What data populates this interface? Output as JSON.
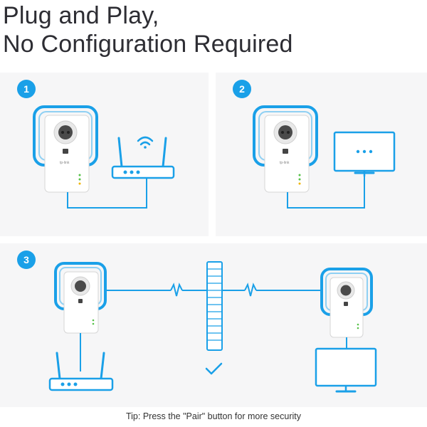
{
  "title": {
    "line1": "Plug and Play,",
    "line2": "No Configuration Required"
  },
  "steps": [
    {
      "number": "1"
    },
    {
      "number": "2"
    },
    {
      "number": "3"
    }
  ],
  "device": {
    "brand": "tp-link"
  },
  "tip": "Tip: Press the \"Pair\" button for more security",
  "colors": {
    "accent": "#1aa0e8",
    "panel": "#f6f6f7",
    "title": "#2d2d33"
  }
}
